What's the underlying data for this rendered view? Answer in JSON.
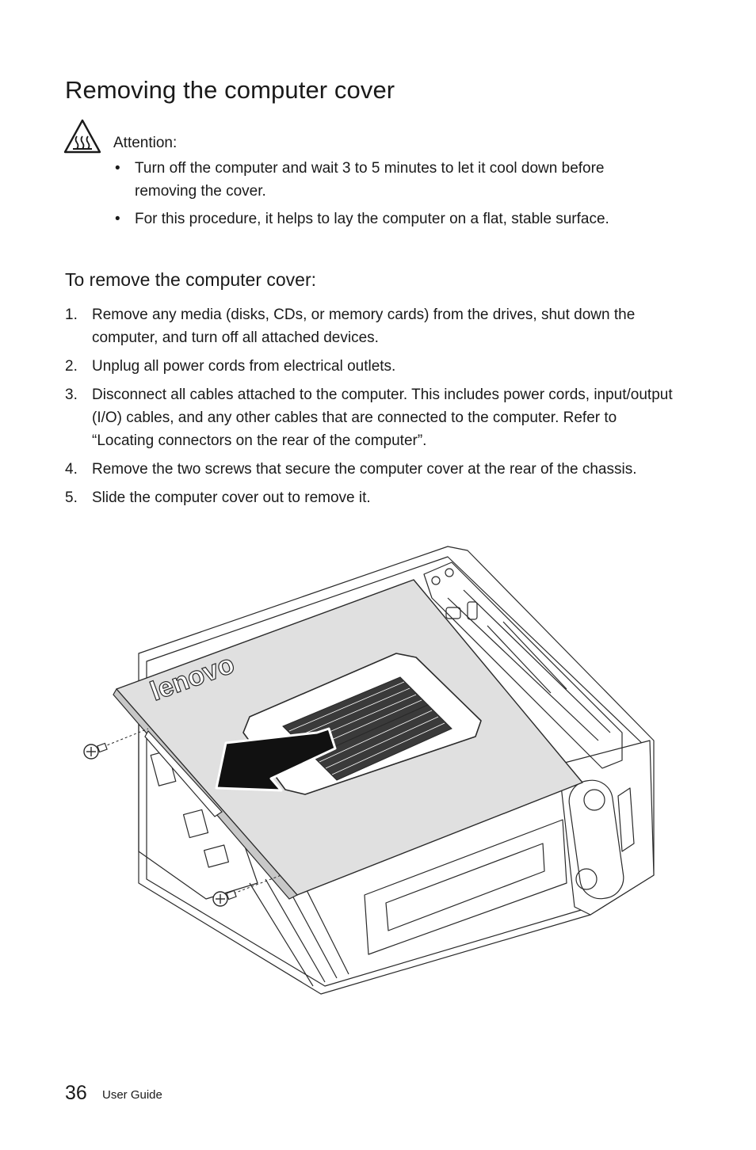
{
  "page": {
    "title": "Removing the computer cover",
    "attention": {
      "label": "Attention:",
      "bullets": [
        "Turn off the computer and wait 3 to 5 minutes to let it cool down before removing the cover.",
        "For this procedure, it helps to lay the computer on a flat, stable surface."
      ]
    },
    "procedure": {
      "title": "To remove the computer cover:",
      "steps": [
        {
          "num": "1.",
          "text": "Remove any media (disks, CDs, or memory cards) from the drives, shut down the computer, and turn off all attached devices."
        },
        {
          "num": "2.",
          "text": "Unplug all power cords from electrical outlets."
        },
        {
          "num": "3.",
          "text": "Disconnect all cables attached to the computer. This includes power cords, input/output (I/O) cables, and any other cables that are connected to the computer. Refer to “Locating connectors on the rear of the computer”."
        },
        {
          "num": "4.",
          "text": "Remove the two screws that secure the computer cover at the rear of the chassis."
        },
        {
          "num": "5.",
          "text": "Slide the computer cover out to remove it."
        }
      ]
    },
    "illustration": {
      "logo_text": "lenovo"
    },
    "footer": {
      "page_number": "36",
      "label": "User Guide"
    }
  }
}
